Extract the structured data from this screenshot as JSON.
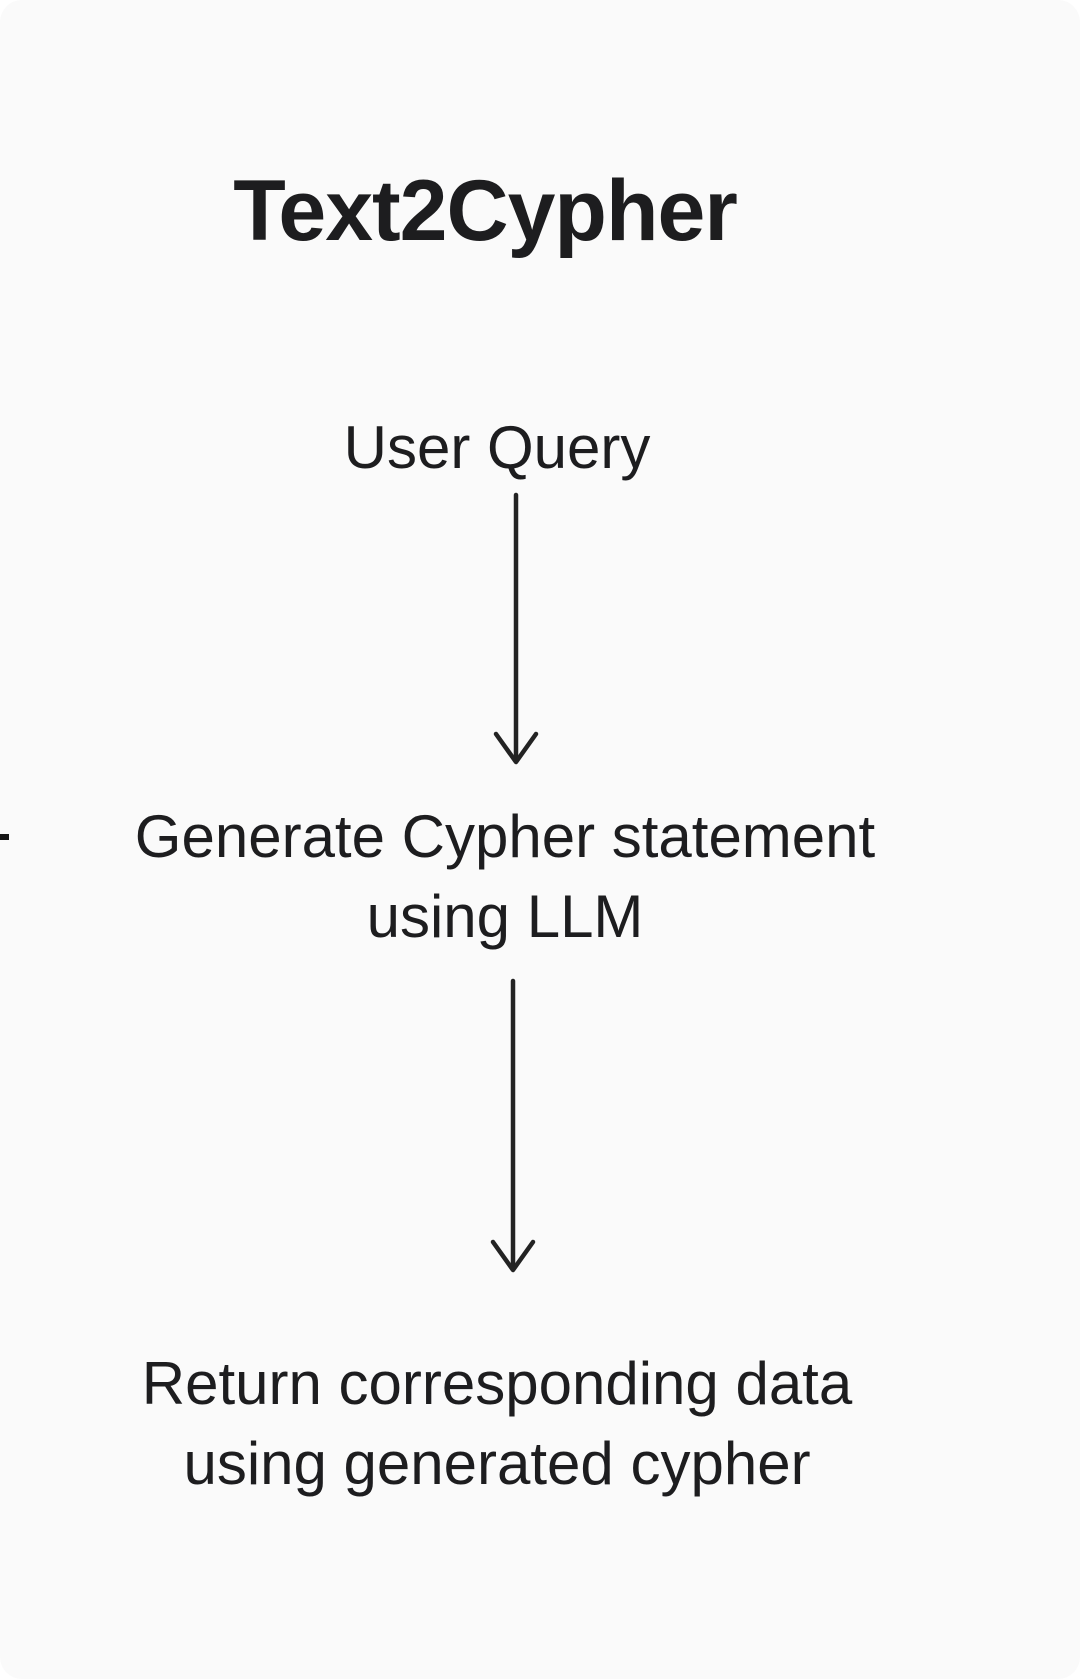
{
  "page": {
    "background_color": "#fafafa",
    "text_color": "#1d1d1f",
    "arrow_color": "#232323"
  },
  "diagram": {
    "title": "Text2Cypher",
    "nodes": [
      {
        "id": "user-query",
        "label": "User Query"
      },
      {
        "id": "generate-cypher",
        "lines": [
          "Generate Cypher statement",
          "using LLM"
        ]
      },
      {
        "id": "return-data",
        "lines": [
          "Return corresponding data",
          "using generated cypher"
        ]
      }
    ],
    "edges": [
      {
        "from": "user-query",
        "to": "generate-cypher",
        "type": "arrow-down"
      },
      {
        "from": "generate-cypher",
        "to": "return-data",
        "type": "arrow-down"
      }
    ]
  }
}
